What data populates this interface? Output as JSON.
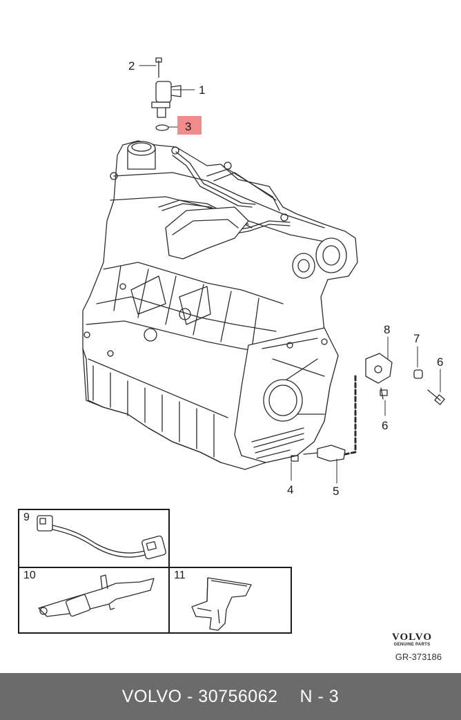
{
  "diagram": {
    "callouts": {
      "c1": "1",
      "c2": "2",
      "c3": "3",
      "c4": "4",
      "c5": "5",
      "c6a": "6",
      "c6b": "6",
      "c7": "7",
      "c8": "8"
    },
    "highlight_color": "#f08080"
  },
  "panels": {
    "p9": "9",
    "p10": "10",
    "p11": "11"
  },
  "brand": {
    "logo": "VOLVO",
    "tagline": "GENUINE PARTS",
    "ref": "GR-373186"
  },
  "footer": {
    "part": "VOLVO - 30756062",
    "page": "N - 3"
  }
}
